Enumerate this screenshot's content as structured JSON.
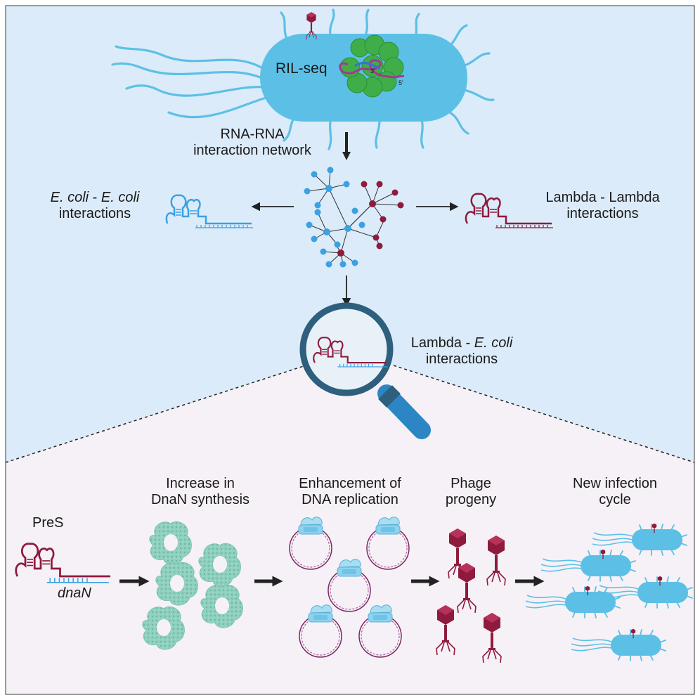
{
  "colors": {
    "top_background": "#dcebf9",
    "bottom_background": "#f6f1f6",
    "bacterium": "#5cc0e6",
    "ecoli_rna": "#3aa1e3",
    "lambda_rna": "#8e1b3d",
    "ribosome_protein": "#3fae49",
    "dnan_clamp": "#8fd0bf",
    "magnifier_rim": "#2e5f7d",
    "magnifier_handle": "#2d86c4"
  },
  "top": {
    "method": "RIL-seq",
    "end_3": "3'",
    "end_5": "5'",
    "network_line1": "RNA-RNA",
    "network_line2": "interaction network",
    "left_species_1": "E. coli",
    "left_sep": " - ",
    "left_species_2": "E. coli",
    "left_line2": "interactions",
    "right_line1": "Lambda - Lambda",
    "right_line2": "interactions",
    "zoom_species_1": "Lambda - ",
    "zoom_species_2": "E. coli",
    "zoom_line2": "interactions"
  },
  "bottom": {
    "srna_name": "PreS",
    "target_name": "dnaN",
    "steps": [
      {
        "line1": "Increase in",
        "line2": "DnaN synthesis"
      },
      {
        "line1": "Enhancement of",
        "line2": "DNA replication"
      },
      {
        "line1": "Phage",
        "line2": "progeny"
      },
      {
        "line1": "New infection",
        "line2": "cycle"
      }
    ]
  },
  "icons": [
    "bacterium-icon",
    "phage-icon",
    "ribosome-icon",
    "rna-hairpin-icon",
    "network-graph-icon",
    "magnifier-icon",
    "dnan-clamp-icon",
    "plasmid-icon",
    "arrow-icon"
  ]
}
